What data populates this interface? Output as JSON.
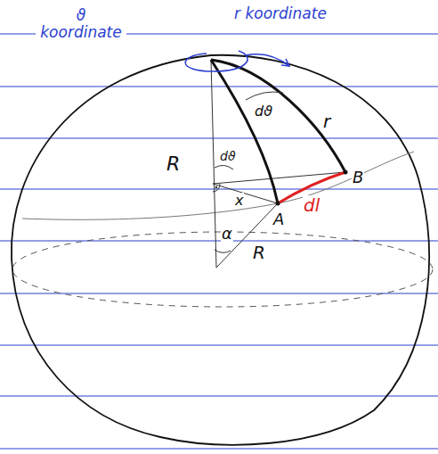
{
  "diagram": {
    "labels": [
      "ϑ koordinate",
      "r koordinate",
      "dϑ",
      "r",
      "R",
      "dϑ",
      "x",
      "A",
      "B",
      "dl",
      "α",
      "R"
    ]
  }
}
